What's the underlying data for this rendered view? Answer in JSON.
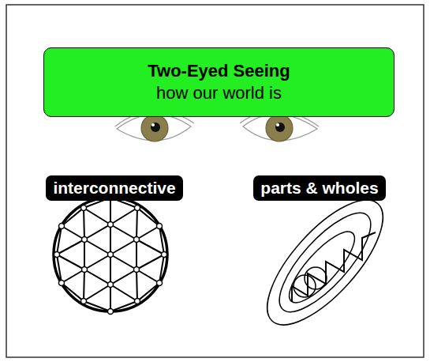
{
  "diagram": {
    "nodes": [
      {
        "text": [
          "Two-Eyed Seeing",
          "how our world is"
        ]
      },
      {
        "text": [
          "interconnective"
        ]
      },
      {
        "text": [
          "parts & wholes"
        ]
      }
    ]
  }
}
